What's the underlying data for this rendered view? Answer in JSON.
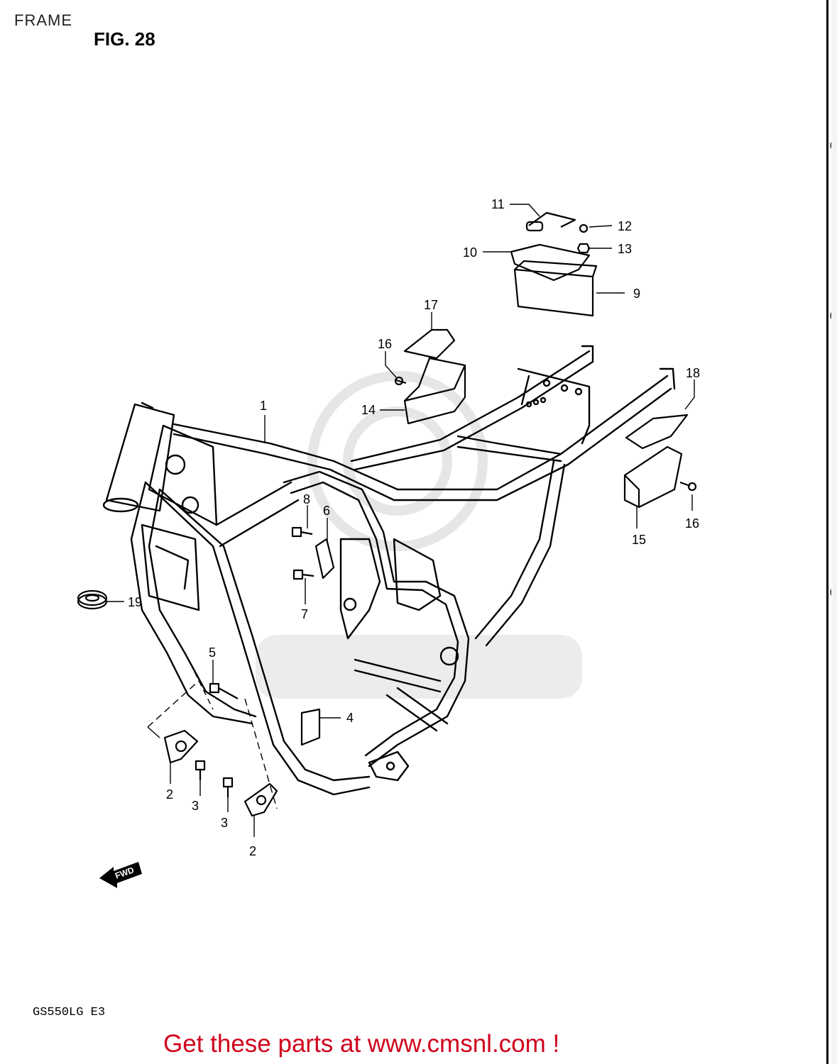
{
  "header": {
    "section": "FRAME",
    "figure": "FIG. 28"
  },
  "footer": {
    "model": "GS550LG  E3",
    "cta": "Get these parts at www.cmsnl.com !"
  },
  "fwd_indicator": "FWD",
  "callouts": [
    {
      "id": "c1",
      "label": "1"
    },
    {
      "id": "c2a",
      "label": "2"
    },
    {
      "id": "c2b",
      "label": "2"
    },
    {
      "id": "c3a",
      "label": "3"
    },
    {
      "id": "c3b",
      "label": "3"
    },
    {
      "id": "c4",
      "label": "4"
    },
    {
      "id": "c5",
      "label": "5"
    },
    {
      "id": "c6",
      "label": "6"
    },
    {
      "id": "c7",
      "label": "7"
    },
    {
      "id": "c8",
      "label": "8"
    },
    {
      "id": "c9",
      "label": "9"
    },
    {
      "id": "c10",
      "label": "10"
    },
    {
      "id": "c11",
      "label": "11"
    },
    {
      "id": "c12",
      "label": "12"
    },
    {
      "id": "c13",
      "label": "13"
    },
    {
      "id": "c14",
      "label": "14"
    },
    {
      "id": "c15",
      "label": "15"
    },
    {
      "id": "c16a",
      "label": "16"
    },
    {
      "id": "c16b",
      "label": "16"
    },
    {
      "id": "c17",
      "label": "17"
    },
    {
      "id": "c18",
      "label": "18"
    },
    {
      "id": "c19",
      "label": "19"
    }
  ],
  "colors": {
    "line": "#000000",
    "cta": "#d0021b",
    "watermark": "#e6e6e6"
  }
}
